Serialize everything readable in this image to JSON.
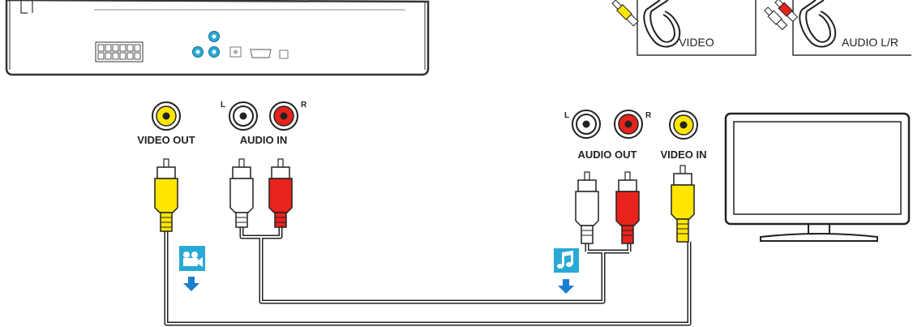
{
  "legend": {
    "video_cable_label": "VIDEO",
    "audio_cable_label": "AUDIO L/R"
  },
  "source": {
    "video_out_label": "VIDEO OUT",
    "audio_in_label": "AUDIO IN",
    "left_label": "L",
    "right_label": "R"
  },
  "tv": {
    "audio_out_label": "AUDIO OUT",
    "video_in_label": "VIDEO IN",
    "left_label": "L",
    "right_label": "R"
  },
  "icons": {
    "video": "video-camera-icon",
    "audio": "music-note-icon",
    "arrow": "arrow-down-icon"
  },
  "colors": {
    "yellow": "#ffe600",
    "red": "#e8231c",
    "white": "#ffffff",
    "cyan": "#29a9d6",
    "blue_arrow": "#1a7fd0"
  }
}
